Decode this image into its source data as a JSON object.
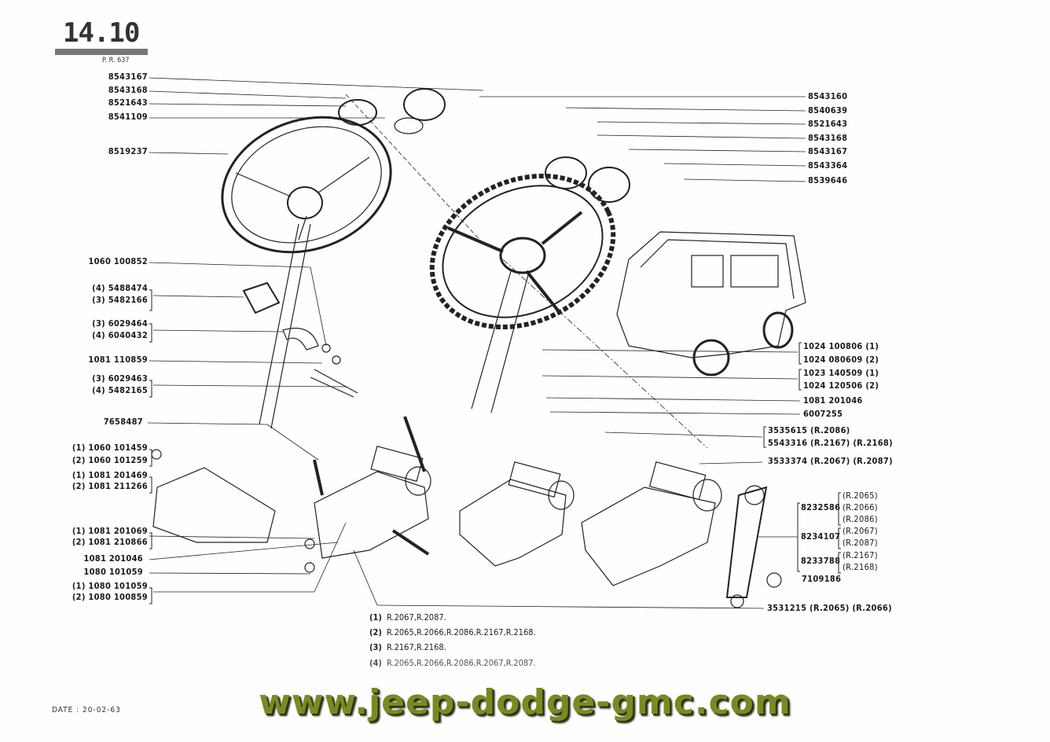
{
  "header": {
    "page_number": "14.10",
    "reference": "P. R. 637"
  },
  "left_labels": {
    "l1": "8543167",
    "l2": "8543168",
    "l3": "8521643",
    "l4": "8541109",
    "l5": "8519237",
    "l6": "1060 100852",
    "l7a": "(4) 5488474",
    "l7b": "(3) 5482166",
    "l8a": "(3) 6029464",
    "l8b": "(4) 6040432",
    "l9": "1081 110859",
    "l10a": "(3) 6029463",
    "l10b": "(4) 5482165",
    "l11": "7658487",
    "l12a": "(1) 1060 101459",
    "l12b": "(2) 1060 101259",
    "l13a": "(1) 1081 201469",
    "l13b": "(2) 1081 211266",
    "l14a": "(1) 1081 201069",
    "l14b": "(2) 1081 210866",
    "l15": "1081 201046",
    "l16": "1080 101059",
    "l17a": "(1) 1080 101059",
    "l17b": "(2) 1080 100859"
  },
  "right_labels": {
    "r1": "8543160",
    "r2": "8540639",
    "r3": "8521643",
    "r4": "8543168",
    "r5": "8543167",
    "r6": "8543364",
    "r7": "8539646",
    "r8a": "1024 100806 (1)",
    "r8b": "1024 080609 (2)",
    "r9a": "1023 140509 (1)",
    "r9b": "1024 120506 (2)",
    "r10": "1081 201046",
    "r11": "6007255",
    "r12a": "3535615 (R.2086)",
    "r12b": "5543316 (R.2167) (R.2168)",
    "r13": "3533374 (R.2067) (R.2087)",
    "g1": "8232586",
    "g1a": "(R.2065)",
    "g1b": "(R.2066)",
    "g1c": "(R.2086)",
    "g2": "8234107",
    "g2a": "(R.2067)",
    "g2b": "(R.2087)",
    "g3": "8233788",
    "g3a": "(R.2167)",
    "g3b": "(R.2168)",
    "r14": "7109186",
    "r15": "3531215 (R.2065) (R.2066)"
  },
  "notes": [
    {
      "key": "(1)",
      "text": "R.2067,R.2087."
    },
    {
      "key": "(2)",
      "text": "R.2065,R.2066,R.2086,R.2167,R.2168."
    },
    {
      "key": "(3)",
      "text": "R.2167,R.2168."
    },
    {
      "key": "(4)",
      "text": "R.2065,R.2066,R.2086,R.2067,R.2087."
    }
  ],
  "footer": {
    "date": "DATE : 20-02-63",
    "watermark": "www.jeep-dodge-gmc.com"
  }
}
